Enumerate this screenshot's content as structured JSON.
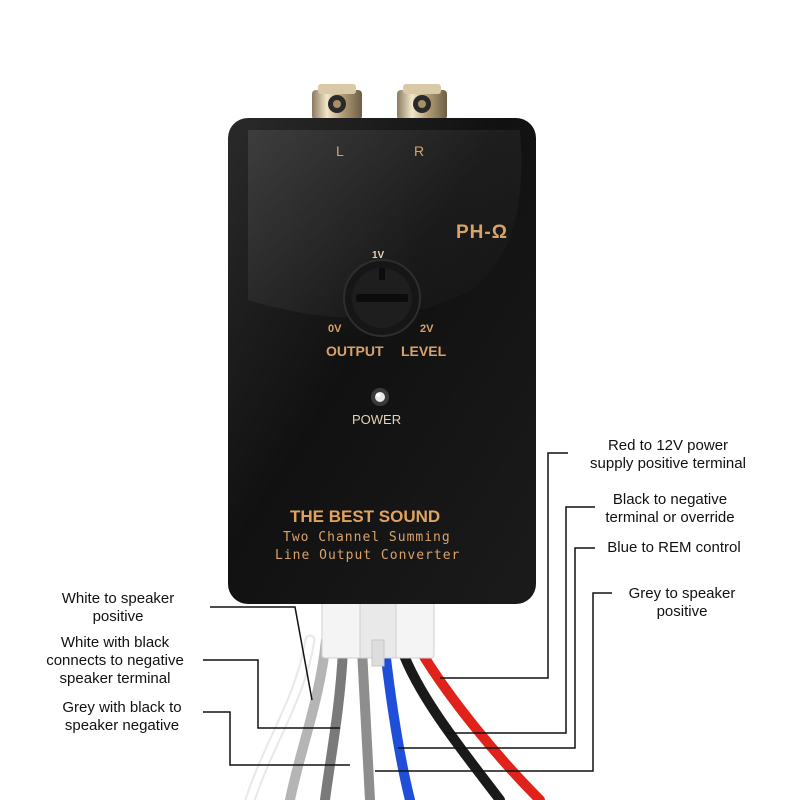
{
  "device": {
    "jack_left": "L",
    "jack_right": "R",
    "model": "PH-Ω",
    "dial": {
      "top_mark": "1V",
      "left_mark": "0V",
      "right_mark": "2V",
      "label_output": "OUTPUT",
      "label_level": "LEVEL"
    },
    "power_label": "POWER",
    "brand_title": "THE BEST SOUND",
    "subtitle_line1": "Two Channel Summing",
    "subtitle_line2": "Line Output Converter"
  },
  "wires": {
    "colors": {
      "white": "#f2f2f2",
      "white_black": "#9a9a9a",
      "grey": "#8c8c8c",
      "grey_black": "#6b6b6b",
      "blue": "#1f4fd8",
      "black": "#1a1a1a",
      "red": "#e0231a"
    }
  },
  "callouts": {
    "white_pos": [
      "White to speaker",
      "positive"
    ],
    "white_black": [
      "White with black",
      "connects to negative",
      "speaker terminal"
    ],
    "grey_black": [
      "Grey with black to",
      "speaker negative"
    ],
    "red": [
      "Red to 12V power",
      "supply positive terminal"
    ],
    "black": [
      "Black to negative",
      "terminal or override"
    ],
    "blue": [
      "Blue to REM control"
    ],
    "grey": [
      "Grey to speaker",
      "positive"
    ]
  }
}
